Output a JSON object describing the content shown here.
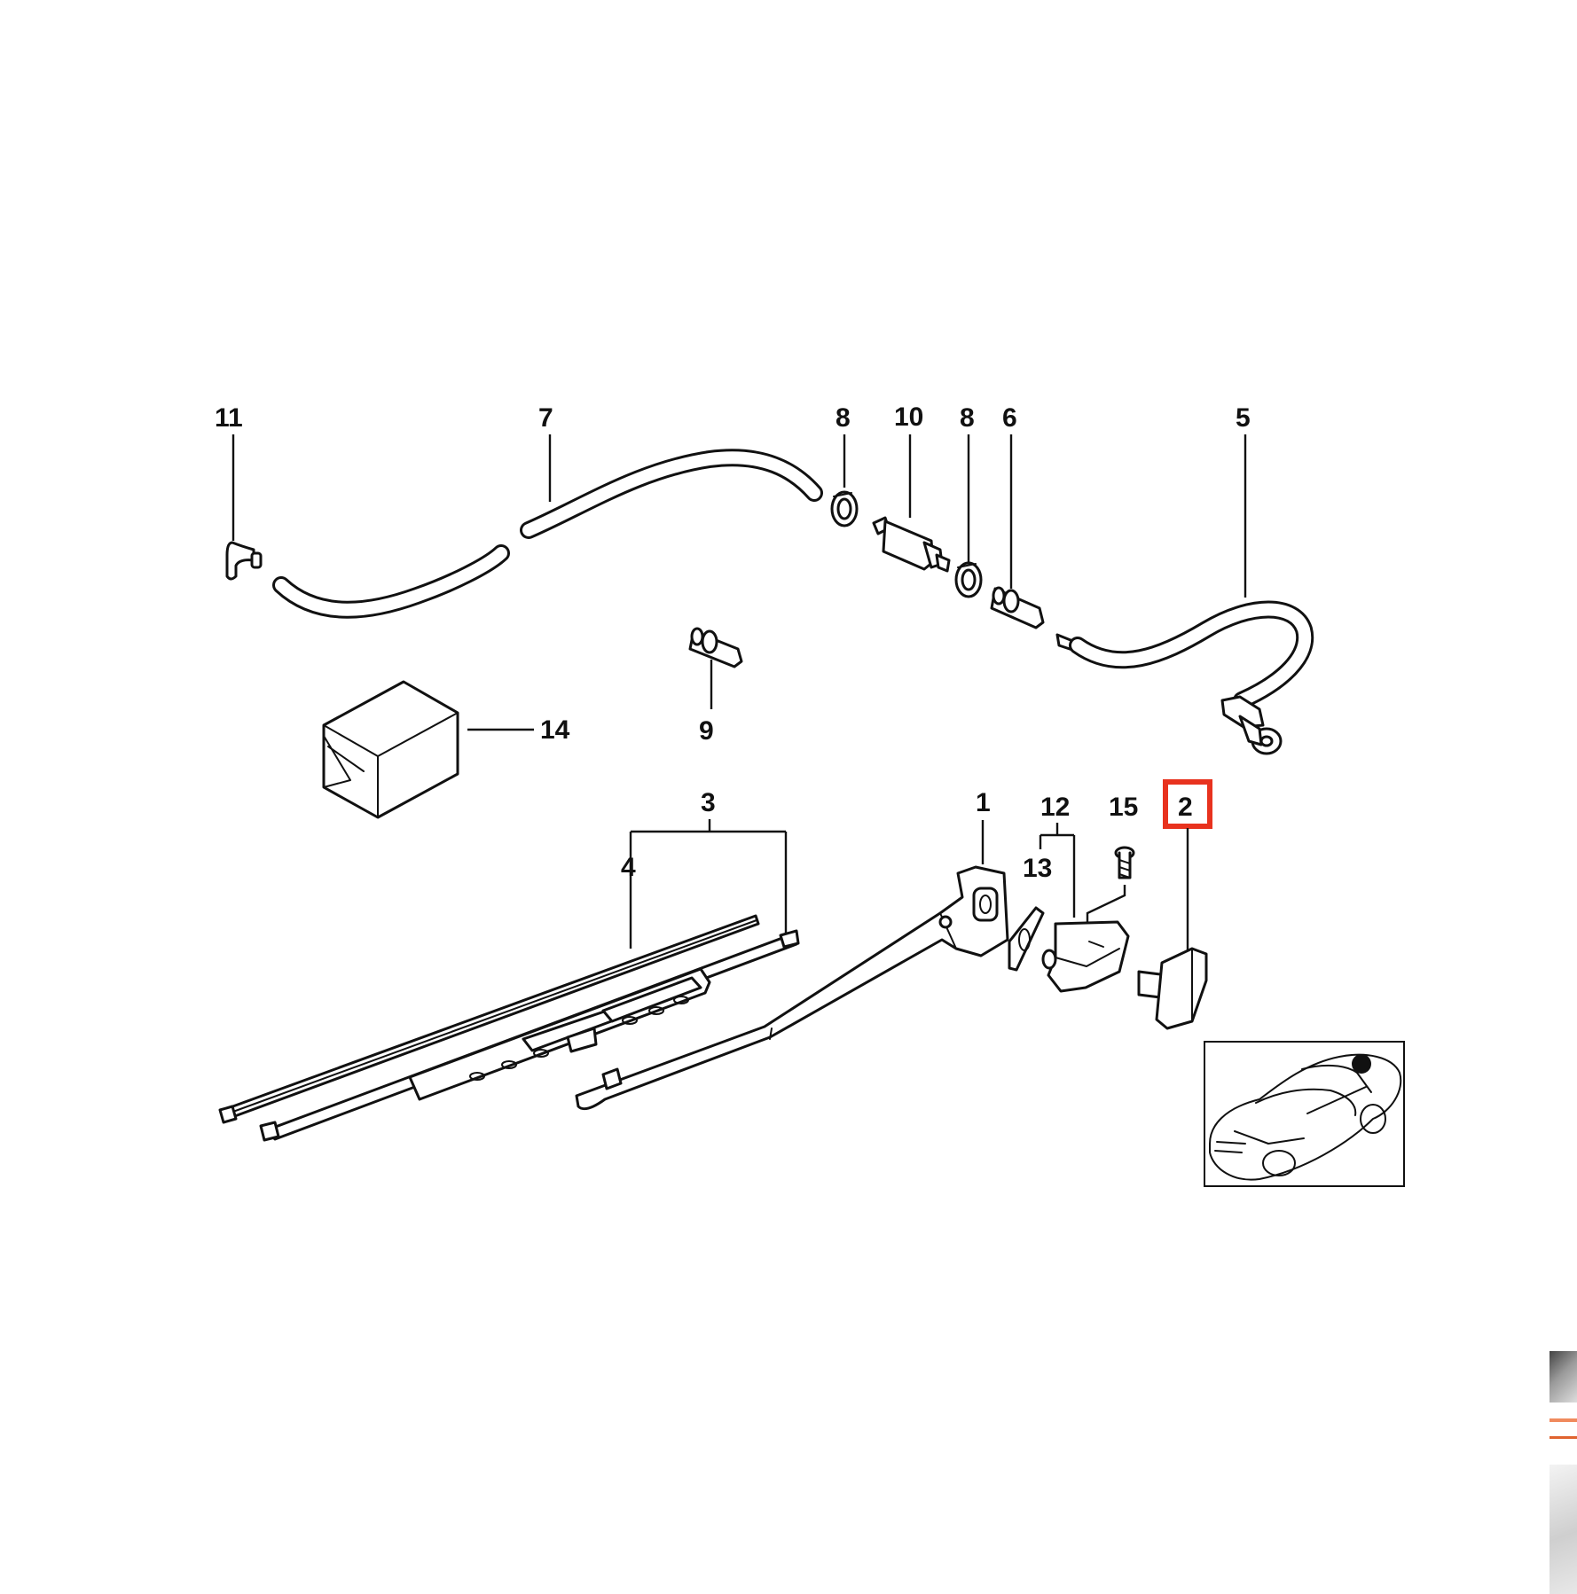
{
  "diagram": {
    "callouts": [
      {
        "id": "c11",
        "label": "11"
      },
      {
        "id": "c7",
        "label": "7"
      },
      {
        "id": "c8a",
        "label": "8"
      },
      {
        "id": "c10",
        "label": "10"
      },
      {
        "id": "c8b",
        "label": "8"
      },
      {
        "id": "c6",
        "label": "6"
      },
      {
        "id": "c5",
        "label": "5"
      },
      {
        "id": "c14",
        "label": "14"
      },
      {
        "id": "c9",
        "label": "9"
      },
      {
        "id": "c3",
        "label": "3"
      },
      {
        "id": "c4",
        "label": "4"
      },
      {
        "id": "c1",
        "label": "1"
      },
      {
        "id": "c12",
        "label": "12"
      },
      {
        "id": "c13",
        "label": "13"
      },
      {
        "id": "c15",
        "label": "15"
      },
      {
        "id": "c2",
        "label": "2",
        "highlighted": true
      }
    ],
    "highlight_color": "#e8321e"
  }
}
